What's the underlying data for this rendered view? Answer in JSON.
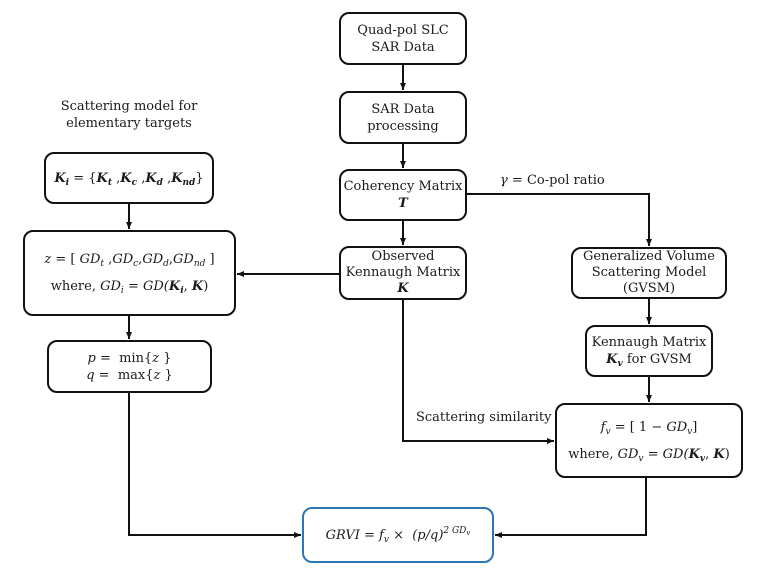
{
  "diagram": {
    "type": "flowchart",
    "nodes": {
      "quadpol": {
        "lines": [
          "Quad-pol SLC",
          "SAR Data"
        ]
      },
      "processing": {
        "lines": [
          "SAR Data",
          "processing"
        ]
      },
      "coherency": {
        "title": "Coherency Matrix",
        "symbol": "T"
      },
      "observed": {
        "lines": [
          "Observed",
          "Kennaugh Matrix"
        ],
        "symbol": "K"
      },
      "gvsm": {
        "lines": [
          "Generalized Volume",
          "Scattering Model",
          "(GVSM)"
        ]
      },
      "kv": {
        "title": "Kennaugh Matrix",
        "symbol": "K",
        "symbol_sub": "v",
        "suffix": " for GVSM"
      },
      "ki": {
        "lhs": "K",
        "lhs_sub": "i",
        "eq": " = {",
        "items": [
          {
            "sym": "K",
            "sub": "t"
          },
          {
            "sym": "K",
            "sub": "c"
          },
          {
            "sym": "K",
            "sub": "d"
          },
          {
            "sym": "K",
            "sub": "nd"
          }
        ],
        "close": "}"
      },
      "z": {
        "line1": {
          "lhs": "z",
          "eq": " = [ ",
          "items": [
            {
              "sym": "GD",
              "sub": "t"
            },
            {
              "sym": "GD",
              "sub": "c"
            },
            {
              "sym": "GD",
              "sub": "d"
            },
            {
              "sym": "GD",
              "sub": "nd"
            }
          ],
          "close": " ]"
        },
        "line2": {
          "prefix": "where, ",
          "lhs": "GD",
          "lhs_sub": "i",
          "eq": " = ",
          "fn": "GD(",
          "arg1": "K",
          "arg1_sub": "i",
          "sep": ", ",
          "arg2": "K",
          "close": ")"
        }
      },
      "pq": {
        "p": {
          "var": "p",
          "eq": " =  ",
          "fn": "min{",
          "arg": "z",
          "close": " }"
        },
        "q": {
          "var": "q",
          "eq": " =  ",
          "fn": "max{",
          "arg": "z",
          "close": " }"
        }
      },
      "fv": {
        "line1": {
          "lhs": "f",
          "lhs_sub": "v",
          "eq": " = [ 1 − ",
          "gd": "GD",
          "gd_sub": "v",
          "close": "]"
        },
        "line2": {
          "prefix": "where, ",
          "lhs": "GD",
          "lhs_sub": "v",
          "eq": " = ",
          "fn": "GD(",
          "arg1": "K",
          "arg1_sub": "v",
          "sep": ", ",
          "arg2": "K",
          "close": ")"
        }
      },
      "grvi": {
        "lhs": "GRVI",
        "eq": " = ",
        "f": "f",
        "f_sub": "v",
        "times": " ×  ",
        "ratio": "(p/q)",
        "exp": "2 GD",
        "exp_sub": "v"
      }
    },
    "labels": {
      "elementary": [
        "Scattering model for",
        "elementary targets"
      ],
      "copol": {
        "sym": "γ",
        "text": " = Co-pol ratio"
      },
      "similarity": "Scattering similarity"
    },
    "colors": {
      "box_border": "#111111",
      "result_border": "#2e75b6",
      "line": "#111111"
    },
    "edges": [
      [
        "quadpol",
        "processing"
      ],
      [
        "processing",
        "coherency"
      ],
      [
        "coherency",
        "observed"
      ],
      [
        "coherency",
        "gvsm"
      ],
      [
        "observed",
        "z"
      ],
      [
        "ki",
        "z"
      ],
      [
        "z",
        "pq"
      ],
      [
        "gvsm",
        "kv"
      ],
      [
        "kv",
        "fv"
      ],
      [
        "observed",
        "fv"
      ],
      [
        "pq",
        "grvi"
      ],
      [
        "fv",
        "grvi"
      ]
    ]
  }
}
